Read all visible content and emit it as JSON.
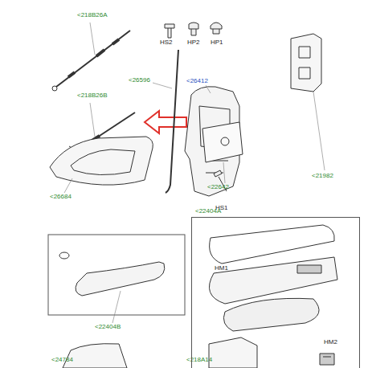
{
  "diagram": {
    "nodes": [
      {
        "text": [
          "<22404A",
          "HM1",
          "HM2"
        ]
      }
    ],
    "labels": [
      "<218B26A",
      "<218B26B",
      "<26596",
      "HS2",
      "HP2",
      "HP1",
      "<26412",
      "<21982",
      "HS1",
      "<22642",
      "<26684",
      "<22404B",
      "<24784",
      "<218A14"
    ]
  }
}
